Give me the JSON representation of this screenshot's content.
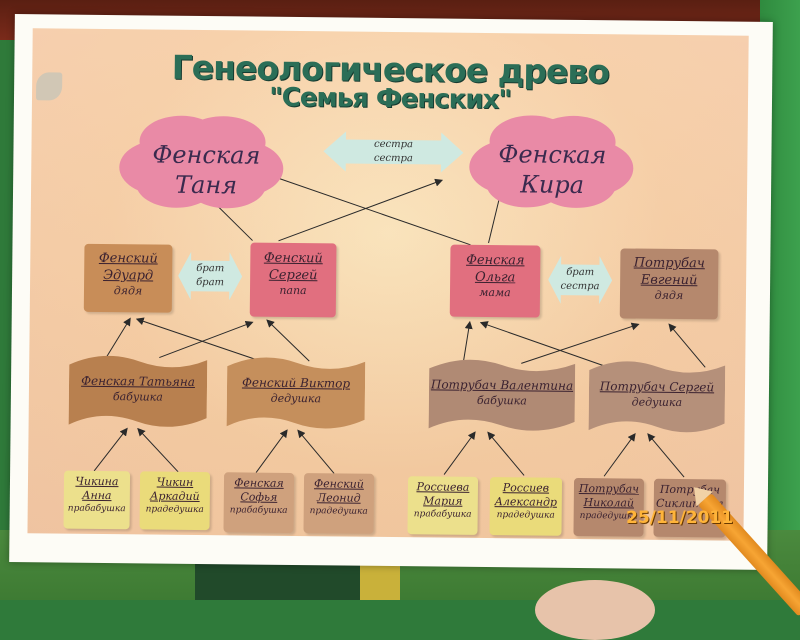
{
  "poster": {
    "title_line1": "Генеологическое древо",
    "title_line2": "\"Семья Фенских\""
  },
  "clouds": {
    "left": {
      "line1": "Фенская",
      "line2": "Таня"
    },
    "right": {
      "line1": "Фенская",
      "line2": "Кира"
    },
    "sibling": {
      "line1": "сестра",
      "line2": "сестра"
    }
  },
  "parents_row": {
    "eduard": {
      "name_line1": "Фенский",
      "name_line2": "Эдуард",
      "role": "дядя"
    },
    "sergey": {
      "name_line1": "Фенский",
      "name_line2": "Сергей",
      "role": "папа"
    },
    "olga": {
      "name_line1": "Фенская",
      "name_line2": "Ольга",
      "role": "мама"
    },
    "evgeniy": {
      "name_line1": "Потрубач",
      "name_line2": "Евгений",
      "role": "дядя"
    },
    "bro_left": {
      "line1": "брат",
      "line2": "брат"
    },
    "bro_right": {
      "line1": "брат",
      "line2": "сестра"
    }
  },
  "grandparents_row": {
    "tatyana": {
      "name": "Фенская Татьяна",
      "role": "бабушка"
    },
    "viktor": {
      "name": "Фенский Виктор",
      "role": "дедушка"
    },
    "valentina": {
      "name": "Потрубач Валентина",
      "role": "бабушка"
    },
    "sergey_p": {
      "name": "Потрубач Сергей",
      "role": "дедушка"
    }
  },
  "great_row": [
    {
      "line1": "Чикина",
      "line2": "Анна",
      "role": "прабабушка"
    },
    {
      "line1": "Чикин",
      "line2": "Аркадий",
      "role": "прадедушка"
    },
    {
      "line1": "Фенская",
      "line2": "Софья",
      "role": "прабабушка"
    },
    {
      "line1": "Фенский",
      "line2": "Леонид",
      "role": "прадедушка"
    },
    {
      "line1": "Россиева",
      "line2": "Мария",
      "role": "прабабушка"
    },
    {
      "line1": "Россиев",
      "line2": "Александр",
      "role": "прадедушка"
    },
    {
      "line1": "Потрубач",
      "line2": "Николай",
      "role": "прадедушка"
    },
    {
      "line1": "Потрубач",
      "line2": "Сиклитина",
      "role": ""
    }
  ],
  "date_stamp": "25/11/2011"
}
